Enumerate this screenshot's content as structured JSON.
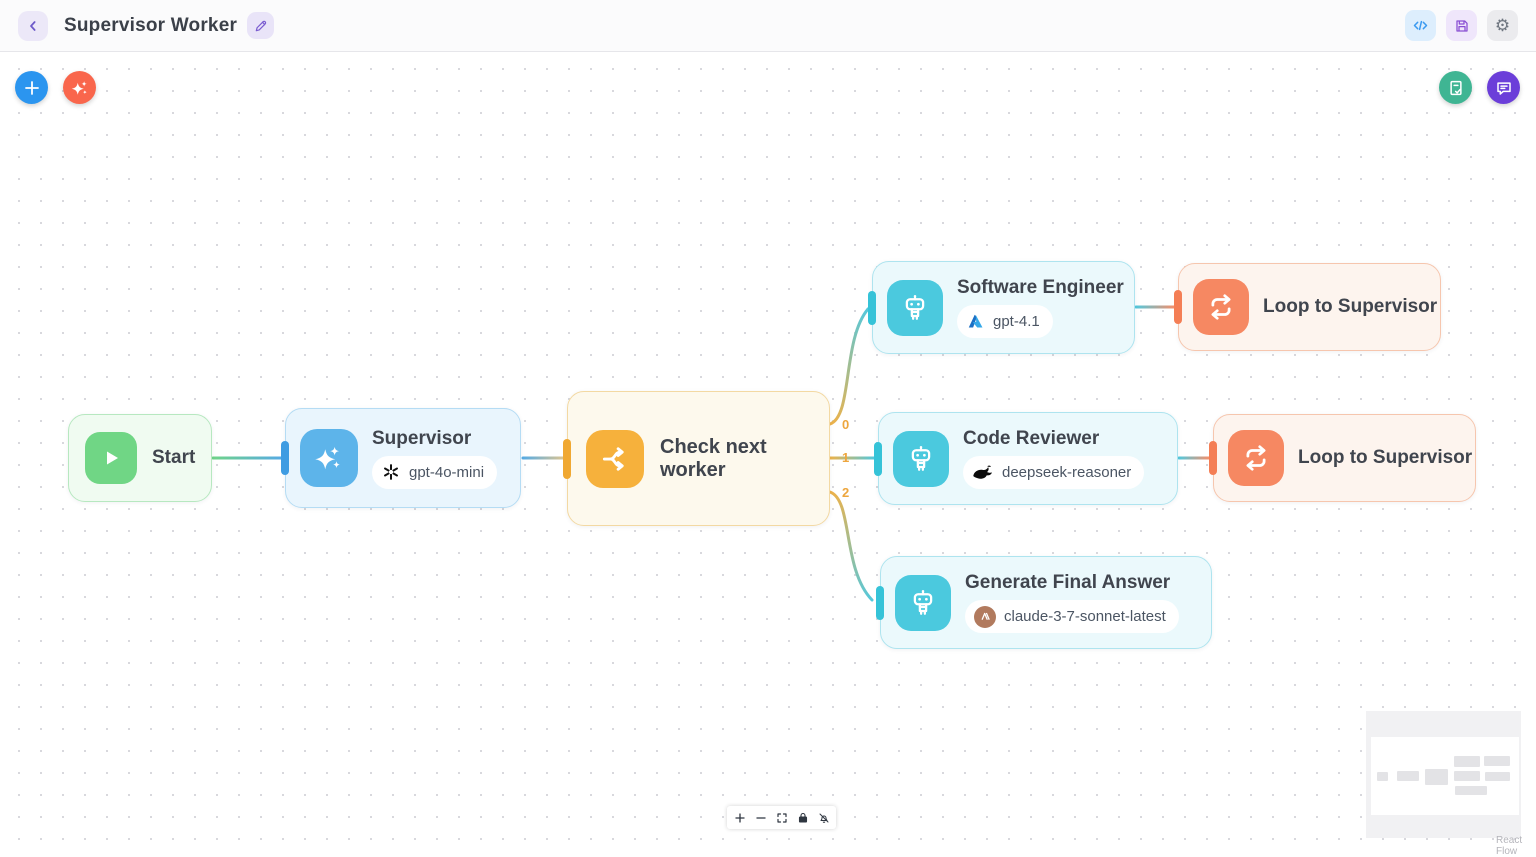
{
  "header": {
    "title": "Supervisor Worker"
  },
  "icons": {
    "back": "chevron-left-icon",
    "edit": "pencil-icon",
    "code_view": "code-icon",
    "save": "floppy-disk-icon",
    "settings": "gear-icon",
    "settings_glyph": "⚙",
    "add_node": "plus-icon",
    "ai_assistant": "sparkles-icon",
    "evaluate": "document-check-icon",
    "chat": "chat-bubble-icon",
    "zoom_in": "plus-icon",
    "zoom_out": "minus-icon",
    "fit_view": "fit-view-icon",
    "lock": "lock-icon",
    "interactivity": "bell-slash-icon"
  },
  "nodes": {
    "start": {
      "label": "Start",
      "icon": "play-icon"
    },
    "supervisor": {
      "label": "Supervisor",
      "icon": "sparkles-icon",
      "model": "gpt-4o-mini",
      "provider_icon": "openai-icon"
    },
    "check_next_worker": {
      "label": "Check next worker",
      "icon": "branch-icon"
    },
    "software_engineer": {
      "label": "Software Engineer",
      "icon": "robot-icon",
      "model": "gpt-4.1",
      "provider_icon": "azure-icon"
    },
    "code_reviewer": {
      "label": "Code Reviewer",
      "icon": "robot-icon",
      "model": "deepseek-reasoner",
      "provider_icon": "deepseek-icon"
    },
    "generate_final_answer": {
      "label": "Generate Final Answer",
      "icon": "robot-icon",
      "model": "claude-3-7-sonnet-latest",
      "provider_icon": "anthropic-icon"
    },
    "loop_to_supervisor_1": {
      "label": "Loop to Supervisor",
      "icon": "loop-icon"
    },
    "loop_to_supervisor_2": {
      "label": "Loop to Supervisor",
      "icon": "loop-icon"
    }
  },
  "edges": {
    "labels": [
      "0",
      "1",
      "2"
    ]
  },
  "minimap": {
    "attribution": "React Flow"
  },
  "colors": {
    "header_accent_purple": "#7a5cd0",
    "add_button_blue": "#2b95ef",
    "ai_button_coral": "#f9664c",
    "evaluate_button_green": "#3fb593",
    "chat_button_purple": "#6b3ed9",
    "start_green": "#70d685",
    "supervisor_blue": "#5db4ea",
    "check_orange": "#f6b13c",
    "agent_teal": "#4bc9de",
    "loop_coral": "#f68862",
    "edge_label_amber": "#eda63e"
  }
}
